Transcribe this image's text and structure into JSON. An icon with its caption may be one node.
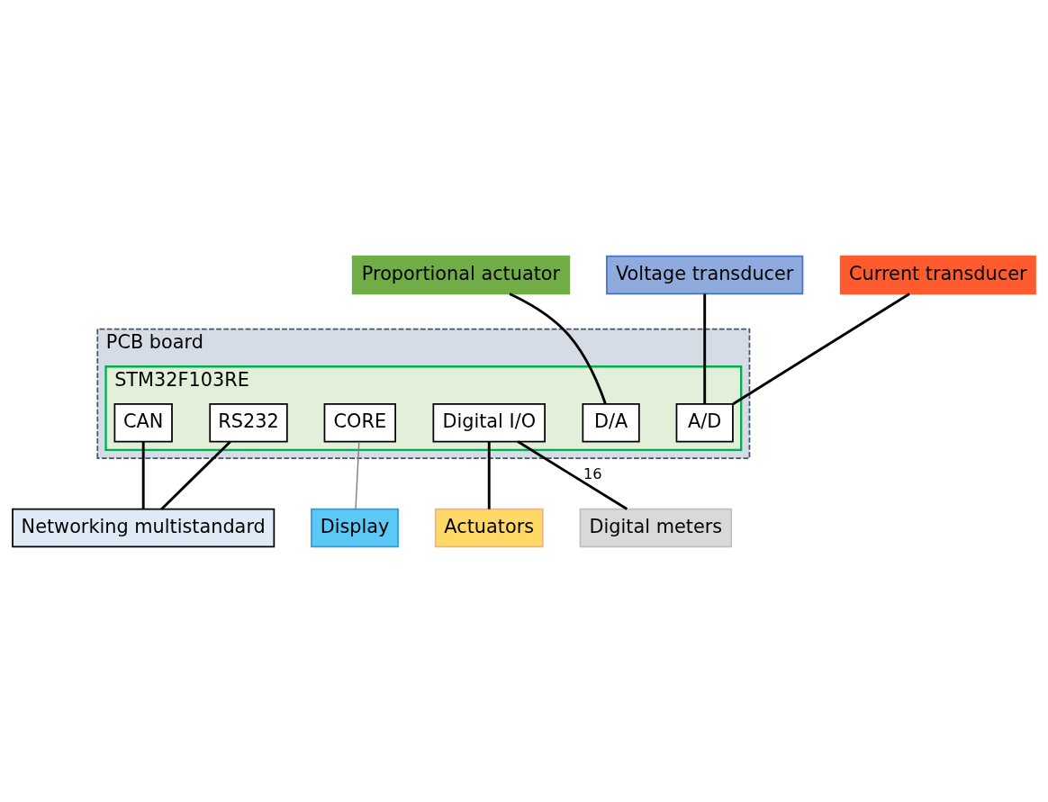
{
  "diagram": {
    "nodes": [
      {
        "text": [
          "Proportional actuator"
        ]
      },
      {
        "text": [
          "Voltage transducer"
        ]
      },
      {
        "text": [
          "Current transducer"
        ]
      },
      {
        "text": [
          "PCB board"
        ]
      },
      {
        "text": [
          "STM32F103RE"
        ],
        "in": 3
      },
      {
        "text": [
          "D/A"
        ],
        "in": 4
      },
      {
        "text": [
          "A/D"
        ],
        "in": 4
      },
      {
        "text": [
          "CAN"
        ],
        "in": 4
      },
      {
        "text": [
          "RS232"
        ],
        "in": 4
      },
      {
        "text": [
          "CORE"
        ],
        "in": 4
      },
      {
        "text": [
          "Digital I/O"
        ],
        "in": 4
      },
      {
        "text": [
          "Display"
        ]
      },
      {
        "text": [
          "Actuators"
        ]
      },
      {
        "text": [
          "Networking multistandard"
        ]
      },
      {
        "text": [
          "Digital meters"
        ]
      }
    ],
    "edges": [
      {
        "from": 0,
        "to": 5,
        "arrow": "none"
      },
      {
        "from": 1,
        "to": 6,
        "arrow": "none"
      },
      {
        "from": 2,
        "to": 6,
        "arrow": "none"
      },
      {
        "from": 9,
        "to": 11,
        "arrow": "none",
        "color": "#7f7f7f"
      },
      {
        "from": 10,
        "to": 12,
        "arrow": "none"
      },
      {
        "from": 10,
        "to": 14,
        "arrow": "none",
        "label": "16"
      },
      {
        "from": 7,
        "to": 13,
        "arrow": "none"
      },
      {
        "from": 8,
        "to": 13,
        "arrow": "none"
      }
    ]
  }
}
